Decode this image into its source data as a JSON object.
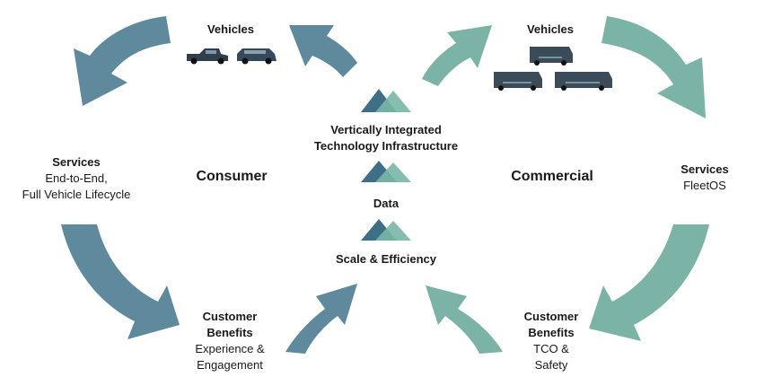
{
  "colors": {
    "consumer": "#5f8a9e",
    "commercial": "#7bb3a6",
    "triangle_dark": "#3f6f86",
    "triangle_light": "#78b7a6"
  },
  "consumer": {
    "title": "Consumer",
    "vehicles": "Vehicles",
    "services": {
      "title": "Services",
      "line1": "End-to-End,",
      "line2": "Full Vehicle Lifecycle"
    },
    "benefits": {
      "title1": "Customer",
      "title2": "Benefits",
      "line1": "Experience &",
      "line2": "Engagement"
    }
  },
  "commercial": {
    "title": "Commercial",
    "vehicles": "Vehicles",
    "services": {
      "title": "Services",
      "line1": "FleetOS"
    },
    "benefits": {
      "title1": "Customer",
      "title2": "Benefits",
      "line1": "TCO &",
      "line2": "Safety"
    }
  },
  "center": {
    "item1_line1": "Vertically Integrated",
    "item1_line2": "Technology Infrastructure",
    "item2": "Data",
    "item3": "Scale & Efficiency"
  }
}
